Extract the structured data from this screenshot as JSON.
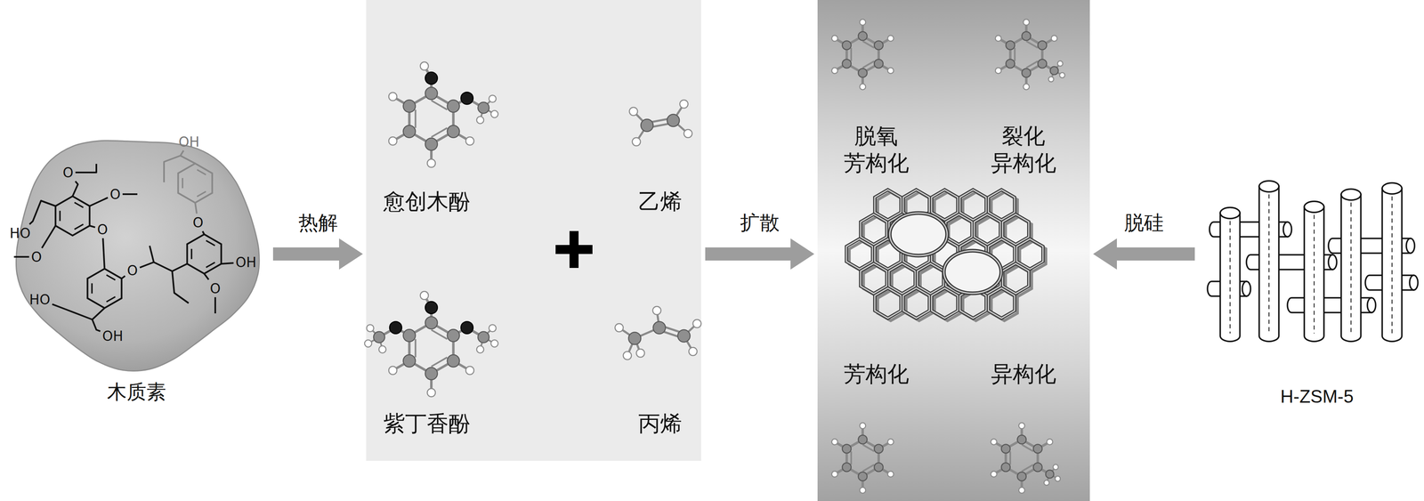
{
  "diagram": {
    "nodes": [
      {
        "text": [
          "木质素"
        ]
      },
      {
        "text": [
          "愈创木酚",
          "乙烯",
          "紫丁香酚",
          "丙烯"
        ]
      },
      {
        "text": [
          "脱氧 芳构化",
          "裂化 异构化",
          "芳构化",
          "异构化"
        ]
      },
      {
        "text": [
          "H-ZSM-5"
        ]
      }
    ],
    "edges": [
      {
        "from": 0,
        "to": 1,
        "arrow": "to",
        "label": "热解"
      },
      {
        "from": 1,
        "to": 2,
        "arrow": "to",
        "label": "扩散"
      },
      {
        "from": 3,
        "to": 2,
        "arrow": "to",
        "label": "脱硅"
      }
    ],
    "labels": [
      "OH",
      "O",
      "HO",
      "O",
      "O",
      "O",
      "O",
      "O",
      "OH",
      "O",
      "HO",
      "OH"
    ]
  }
}
